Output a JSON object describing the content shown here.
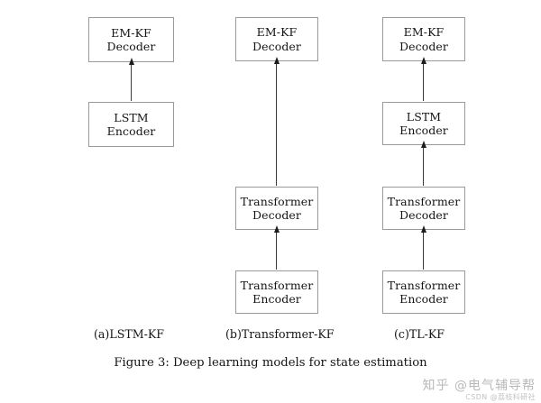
{
  "figure": {
    "caption": "Figure 3: Deep learning models for state estimation",
    "columns": [
      {
        "id": "lstm-kf",
        "subcaption": "(a)LSTM-KF",
        "nodes": [
          {
            "line1": "EM-KF",
            "line2": "Decoder"
          },
          {
            "line1": "LSTM",
            "line2": "Encoder"
          }
        ]
      },
      {
        "id": "transformer-kf",
        "subcaption": "(b)Transformer-KF",
        "nodes": [
          {
            "line1": "EM-KF",
            "line2": "Decoder"
          },
          {
            "line1": "Transformer",
            "line2": "Decoder"
          },
          {
            "line1": "Transformer",
            "line2": "Encoder"
          }
        ]
      },
      {
        "id": "tl-kf",
        "subcaption": "(c)TL-KF",
        "nodes": [
          {
            "line1": "EM-KF",
            "line2": "Decoder"
          },
          {
            "line1": "LSTM",
            "line2": "Encoder"
          },
          {
            "line1": "Transformer",
            "line2": "Decoder"
          },
          {
            "line1": "Transformer",
            "line2": "Encoder"
          }
        ]
      }
    ]
  },
  "watermark": {
    "primary": "知乎 @电气辅导帮",
    "secondary": "CSDN @荔枝科研社"
  },
  "colors": {
    "box_border": "#9a9a9a",
    "arrow": "#1d1d1d",
    "text": "#141414",
    "background": "#ffffff",
    "watermark": "#b9b9b9"
  }
}
